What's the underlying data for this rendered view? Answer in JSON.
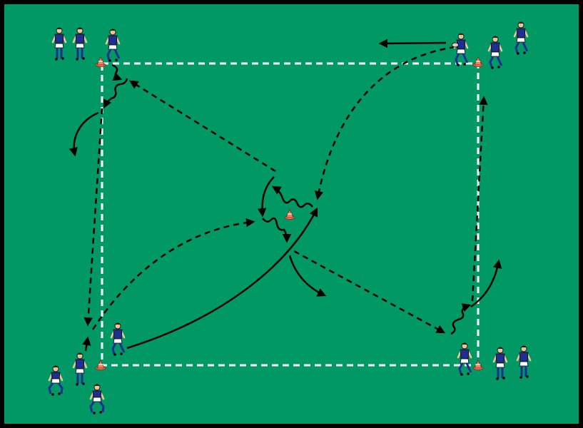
{
  "colors": {
    "pitch": "#009966",
    "border": "#000000",
    "boundary_line": "#ffffff",
    "arrow": "#000000",
    "jersey": "#1f2f8f",
    "shorts": "#ffffff",
    "skin": "#f2c29b",
    "cone": "#f08060",
    "ball": "#d8d0c8"
  },
  "icons": [
    "player-icon",
    "cone-icon",
    "ball-icon",
    "pass-arrow-icon",
    "run-arrow-icon",
    "dribble-line-icon"
  ],
  "players": [
    {
      "id": "tl-1",
      "group": "top-left",
      "stance": "standing"
    },
    {
      "id": "tl-2",
      "group": "top-left",
      "stance": "standing"
    },
    {
      "id": "tl-3",
      "group": "top-left",
      "stance": "running"
    },
    {
      "id": "tr-1",
      "group": "top-right",
      "stance": "with-ball"
    },
    {
      "id": "tr-2",
      "group": "top-right",
      "stance": "running"
    },
    {
      "id": "tr-3",
      "group": "top-right",
      "stance": "running"
    },
    {
      "id": "bl-1",
      "group": "bottom-left",
      "stance": "running"
    },
    {
      "id": "bl-2",
      "group": "bottom-left",
      "stance": "standing"
    },
    {
      "id": "bl-3",
      "group": "bottom-left",
      "stance": "crouching"
    },
    {
      "id": "bl-4",
      "group": "bottom-left",
      "stance": "crouching"
    },
    {
      "id": "br-1",
      "group": "bottom-right",
      "stance": "running"
    },
    {
      "id": "br-2",
      "group": "bottom-right",
      "stance": "standing"
    },
    {
      "id": "br-3",
      "group": "bottom-right",
      "stance": "standing"
    }
  ],
  "cones": [
    "top-left-corner",
    "top-right-corner",
    "bottom-left-corner",
    "bottom-right-corner",
    "center"
  ]
}
